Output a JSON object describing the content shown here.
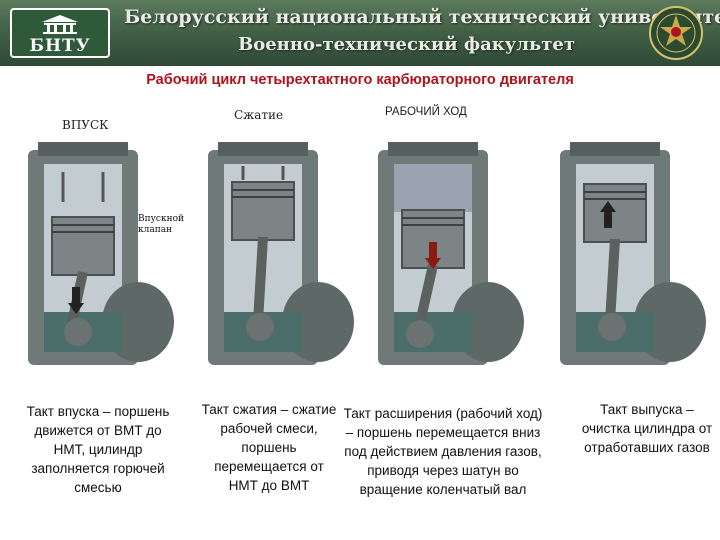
{
  "header": {
    "logo_text": "БНТУ",
    "line1": "Белорусский национальный технический университет",
    "line2": "Военно-технический факультет"
  },
  "title": "Рабочий цикл четырехтактного карбюраторного двигателя",
  "strokes": [
    {
      "label": "ВПУСК",
      "note": "Впускной клапан",
      "description": "Такт впуска – поршень движется от ВМТ до НМТ, цилиндр заполняется горючей смесью"
    },
    {
      "label": "Сжатие",
      "description": "Такт сжатия – сжатие рабочей смеси, поршень перемещается от НМТ до ВМТ"
    },
    {
      "label": "РАБОЧИЙ ХОД",
      "description": "Такт расширения (рабочий ход) – поршень перемещается вниз под действием давления газов, приводя через шатун во вращение коленчатый вал"
    },
    {
      "label": "",
      "description": "Такт выпуска – очистка цилиндра от отработавших газов"
    }
  ],
  "colors": {
    "header": "#3f5c44",
    "title": "#b0121b"
  }
}
